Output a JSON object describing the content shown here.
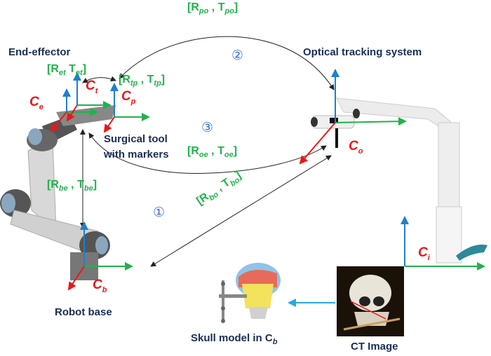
{
  "labels": {
    "end_effector": "End-effector",
    "optical_tracking_system": "Optical tracking system",
    "surgical_tool_line1": "Surgical tool",
    "surgical_tool_line2": "with markers",
    "robot_base": "Robot base",
    "ct_image": "CT Image",
    "skull_model": "Skull model in C",
    "skull_model_sub": "b"
  },
  "frames": {
    "ce": {
      "main": "C",
      "sub": "e"
    },
    "ct": {
      "main": "C",
      "sub": "t"
    },
    "cp": {
      "main": "C",
      "sub": "p"
    },
    "co": {
      "main": "C",
      "sub": "o"
    },
    "cb": {
      "main": "C",
      "sub": "b"
    },
    "ci": {
      "main": "C",
      "sub": "i"
    }
  },
  "transforms": {
    "po": {
      "r": "R",
      "rsub": "po",
      "t": "T",
      "tsub": "po"
    },
    "et": {
      "r": "R",
      "rsub": "et",
      "t": "T",
      "tsub": "et"
    },
    "tp": {
      "r": "R",
      "rsub": "tp",
      "t": "T",
      "tsub": "tp"
    },
    "oe": {
      "r": "R",
      "rsub": "oe",
      "t": "T",
      "tsub": "oe"
    },
    "be": {
      "r": "R",
      "rsub": "be",
      "t": "T",
      "tsub": "be"
    },
    "bo": {
      "r": "R",
      "rsub": "bo",
      "t": "T",
      "tsub": "bo"
    }
  },
  "steps": [
    "①",
    "②",
    "③"
  ],
  "colors": {
    "x_axis": "#21b24b",
    "y_axis": "#1f7fd0",
    "z_axis": "#f01515",
    "label_navy": "#1a2e52",
    "transform_green": "#21b24b",
    "step_blue": "#3a6fd0",
    "registration_arrow": "#2aa9e0"
  }
}
